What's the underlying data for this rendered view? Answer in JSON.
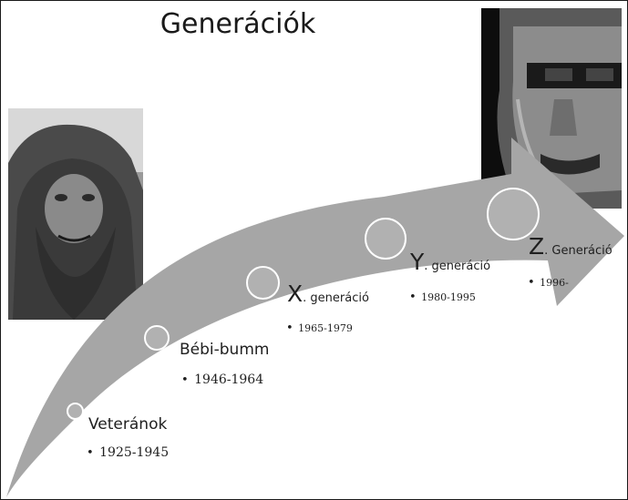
{
  "title": "Generációk",
  "generations": [
    {
      "label": "Veteránok",
      "years": "1925-1945"
    },
    {
      "label": "Bébi-bumm",
      "years": "1946-1964"
    },
    {
      "label_letter": "X",
      "label_suffix": ". generáció",
      "years": "1965-1979"
    },
    {
      "label_letter": "Y",
      "label_suffix": ". generáció",
      "years": "1980-1995"
    },
    {
      "label_letter": "Z",
      "label_suffix": ". Generáció",
      "years": "1996-"
    }
  ],
  "bullet": "•",
  "images": [
    {
      "subject": "bearded-old-man-photo"
    },
    {
      "subject": "robot-face-photo"
    }
  ],
  "colors": {
    "arrow": "#a6a6a6",
    "circle_fill": "#b1b1b1",
    "circle_stroke": "#ffffff",
    "text": "#1f1f1f"
  }
}
